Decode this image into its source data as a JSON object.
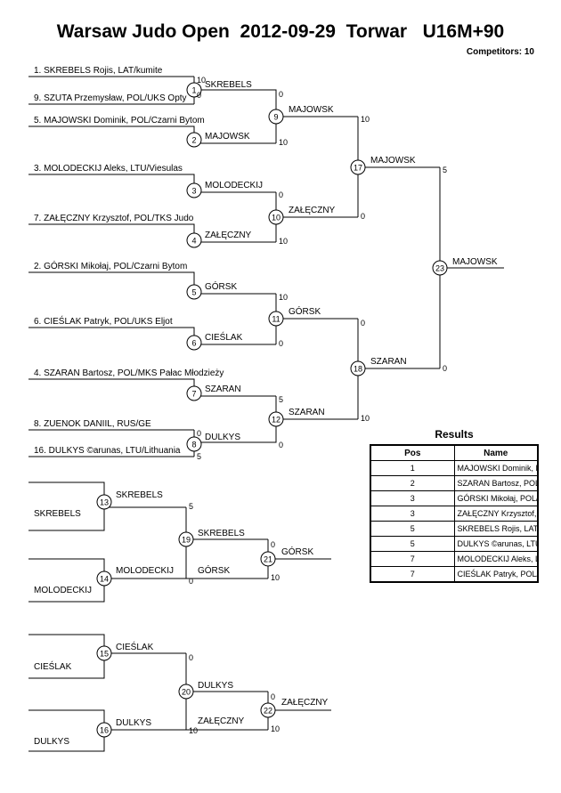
{
  "header": {
    "title": "Warsaw Judo Open  2012-09-29  Torwar   U16M+90",
    "competitors": "Competitors: 10"
  },
  "competitors": [
    "1. SKREBELS Rojis, LAT/kumite",
    "9. SZUTA Przemysław, POL/UKS Opty",
    "5. MAJOWSKI Dominik, POL/Czarni Bytom",
    "3. MOLODECKIJ Aleks, LTU/Viesulas",
    "7. ZAŁĘCZNY Krzysztof, POL/TKS Judo",
    "2. GÓRSKI Mikołaj, POL/Czarni Bytom",
    "6. CIEŚLAK Patryk, POL/UKS Eljot",
    "4. SZARAN Bartosz, POL/MKS Pałac Młodzieży",
    "8. ZUENOK DANIIL, RUS/GE",
    "16. DULKYS ©arunas, LTU/Lithuania"
  ],
  "contests": [
    {
      "no": "1",
      "winner": "SKREBELS",
      "score_top": "10",
      "score_bottom": "0"
    },
    {
      "no": "2",
      "winner": "MAJOWSK"
    },
    {
      "no": "3",
      "winner": "MOLODECKIJ"
    },
    {
      "no": "4",
      "winner": "ZAŁĘCZNY"
    },
    {
      "no": "5",
      "winner": "GÓRSK"
    },
    {
      "no": "6",
      "winner": "CIEŚLAK"
    },
    {
      "no": "7",
      "winner": "SZARAN"
    },
    {
      "no": "8",
      "winner": "DULKYS",
      "score_top": "0",
      "score_bottom": "5"
    },
    {
      "no": "9",
      "winner": "MAJOWSK",
      "score_top": "0",
      "score_bottom": "10"
    },
    {
      "no": "10",
      "winner": "ZAŁĘCZNY",
      "score_top": "0",
      "score_bottom": "10"
    },
    {
      "no": "11",
      "winner": "GÓRSK",
      "score_top": "10",
      "score_bottom": "0"
    },
    {
      "no": "12",
      "winner": "SZARAN",
      "score_top": "5",
      "score_bottom": "0"
    },
    {
      "no": "17",
      "winner": "MAJOWSK",
      "score_top": "10",
      "score_bottom": "0"
    },
    {
      "no": "18",
      "winner": "SZARAN",
      "score_top": "0",
      "score_bottom": "10"
    },
    {
      "no": "23",
      "winner": "MAJOWSK",
      "score_top": "5",
      "score_bottom": "0"
    }
  ],
  "repechage": {
    "pool_a": {
      "entrants": [
        "SKREBELS",
        "MOLODECKIJ"
      ],
      "contest_13": {
        "no": "13",
        "winner": "SKREBELS"
      },
      "contest_14": {
        "no": "14",
        "winner": "MOLODECKIJ"
      },
      "contest_19": {
        "no": "19",
        "winner": "SKREBELS",
        "score_top": "5",
        "score_bottom": "0"
      },
      "contest_21": {
        "no": "21",
        "top": "SKREBELS",
        "bottom": "GÓRSK",
        "winner": "GÓRSK",
        "score_top": "0",
        "score_bottom": "10"
      }
    },
    "pool_b": {
      "entrants": [
        "CIEŚLAK",
        "DULKYS"
      ],
      "contest_15": {
        "no": "15",
        "winner": "CIEŚLAK"
      },
      "contest_16": {
        "no": "16",
        "winner": "DULKYS"
      },
      "contest_20": {
        "no": "20",
        "winner": "DULKYS",
        "score_top": "0",
        "score_bottom": "10"
      },
      "contest_22": {
        "no": "22",
        "top": "DULKYS",
        "bottom": "ZAŁĘCZNY",
        "winner": "ZAŁĘCZNY",
        "score_top": "0",
        "score_bottom": "10"
      }
    }
  },
  "results": {
    "title": "Results",
    "headers": {
      "pos": "Pos",
      "name": "Name"
    },
    "rows": [
      {
        "pos": "1",
        "name": "MAJOWSKI Dominik, POL/Czarni Bytom"
      },
      {
        "pos": "2",
        "name": "SZARAN Bartosz, POL/MKS Pałac Młodzieży"
      },
      {
        "pos": "3",
        "name": "GÓRSKI Mikołaj, POL/Czarni Bytom"
      },
      {
        "pos": "3",
        "name": "ZAŁĘCZNY Krzysztof, POL/TKS Judo"
      },
      {
        "pos": "5",
        "name": "SKREBELS Rojis, LAT/kumite"
      },
      {
        "pos": "5",
        "name": "DULKYS ©arunas, LTU/Lithuania"
      },
      {
        "pos": "7",
        "name": "MOLODECKIJ Aleks, LTU/Viesulas"
      },
      {
        "pos": "7",
        "name": "CIEŚLAK Patryk, POL/UKS Eljot"
      }
    ]
  }
}
